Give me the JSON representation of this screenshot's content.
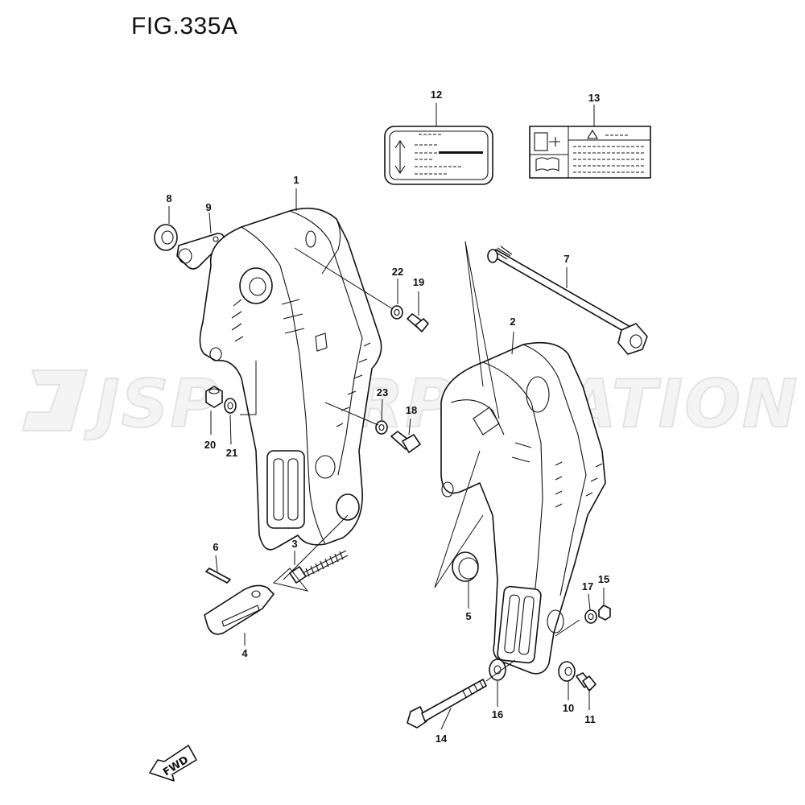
{
  "figure": {
    "title": "FIG.335A"
  },
  "watermark": {
    "text": "JSP CORPORATION"
  },
  "direction_label": {
    "text": "FWD"
  },
  "callouts": [
    {
      "id": "c1",
      "label": "1"
    },
    {
      "id": "c2",
      "label": "2"
    },
    {
      "id": "c3",
      "label": "3"
    },
    {
      "id": "c4",
      "label": "4"
    },
    {
      "id": "c5",
      "label": "5"
    },
    {
      "id": "c6",
      "label": "6"
    },
    {
      "id": "c7",
      "label": "7"
    },
    {
      "id": "c8",
      "label": "8"
    },
    {
      "id": "c9",
      "label": "9"
    },
    {
      "id": "c10",
      "label": "10"
    },
    {
      "id": "c11",
      "label": "11"
    },
    {
      "id": "c12",
      "label": "12"
    },
    {
      "id": "c13",
      "label": "13"
    },
    {
      "id": "c14",
      "label": "14"
    },
    {
      "id": "c15",
      "label": "15"
    },
    {
      "id": "c16",
      "label": "16"
    },
    {
      "id": "c17",
      "label": "17"
    },
    {
      "id": "c18",
      "label": "18"
    },
    {
      "id": "c19",
      "label": "19"
    },
    {
      "id": "c20",
      "label": "20"
    },
    {
      "id": "c21",
      "label": "21"
    },
    {
      "id": "c22",
      "label": "22"
    },
    {
      "id": "c23",
      "label": "23"
    }
  ]
}
